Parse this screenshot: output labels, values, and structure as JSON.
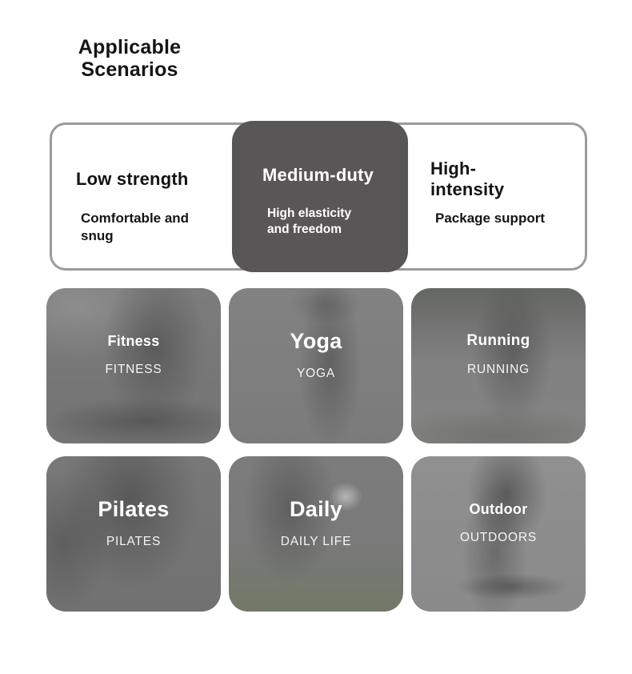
{
  "header": {
    "title": "Applicable Scenarios"
  },
  "colors": {
    "active_card_bg": "#595657",
    "bar_border": "#9b9b9b",
    "text_dark": "#151515",
    "text_light": "#ffffff"
  },
  "strength_bar": {
    "items": [
      {
        "id": "low",
        "title": "Low strength",
        "subtitle": "Comfortable and snug",
        "active": false
      },
      {
        "id": "medium",
        "title": "Medium-duty",
        "subtitle": "High elasticity and freedom",
        "active": true
      },
      {
        "id": "high",
        "title": "High-intensity",
        "subtitle": "Package support",
        "active": false
      }
    ]
  },
  "scenario_cards": [
    {
      "id": "fitness",
      "title": "Fitness",
      "subtitle": "FITNESS",
      "photo": "woman-deadlift-gym-photo"
    },
    {
      "id": "yoga",
      "title": "Yoga",
      "subtitle": "YOGA",
      "photo": "woman-jump-rope-photo"
    },
    {
      "id": "running",
      "title": "Running",
      "subtitle": "RUNNING",
      "photo": "woman-lunge-outdoors-photo"
    },
    {
      "id": "pilates",
      "title": "Pilates",
      "subtitle": "PILATES",
      "photo": "man-tennis-photo"
    },
    {
      "id": "daily",
      "title": "Daily",
      "subtitle": "DAILY LIFE",
      "photo": "girl-frisbee-photo"
    },
    {
      "id": "outdoor",
      "title": "Outdoor",
      "subtitle": "OUTDOORS",
      "photo": "skateboarder-photo"
    }
  ]
}
